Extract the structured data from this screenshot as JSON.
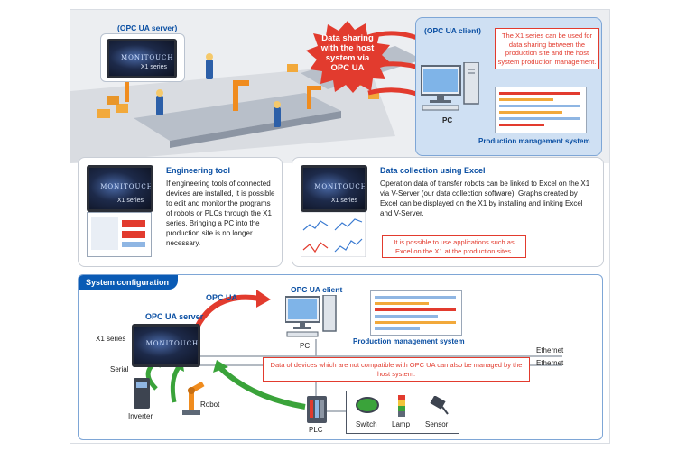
{
  "top": {
    "opc_server_label": "(OPC UA server)",
    "opc_client_label": "(OPC UA client)",
    "hmi_model": "X1 series",
    "hmi_brand": "MONITOUCH",
    "bubble_text": "Data sharing with the host system via OPC UA",
    "client_note": "The X1 series can be used for data sharing between the production site and the host system production management.",
    "pc_label": "PC",
    "pms_label": "Production management system"
  },
  "engineering": {
    "title": "Engineering tool",
    "body": "If engineering tools of connected devices are installed, it is possible to edit and monitor the programs of robots or PLCs through the X1 series. Bringing a PC into the production site is no longer necessary.",
    "hmi_model": "X1 series",
    "hmi_brand": "MONITOUCH"
  },
  "excel": {
    "title": "Data collection using Excel",
    "body": "Operation data of transfer robots can be linked to Excel on the X1 via V-Server (our data collection software). Graphs created by Excel can be displayed on the X1 by installing and linking Excel and V-Server.",
    "note": "It is possible to use applications such as Excel on the X1 at the production sites.",
    "hmi_model": "X1 series",
    "hmi_brand": "MONITOUCH"
  },
  "system": {
    "header": "System configuration",
    "opc_server": "OPC UA server",
    "opc_ua": "OPC UA",
    "opc_client": "OPC UA client",
    "x1_series": "X1 series",
    "hmi_brand": "MONITOUCH",
    "pc": "PC",
    "pms": "Production management system",
    "ethernet1": "Ethernet",
    "ethernet2": "Ethernet",
    "note": "Data of devices which are not compatible with OPC UA can also be managed by the host system.",
    "serial": "Serial",
    "inverter": "Inverter",
    "robot": "Robot",
    "plc": "PLC",
    "switch": "Switch",
    "lamp": "Lamp",
    "sensor": "Sensor"
  },
  "colors": {
    "accent_blue": "#0a5bb5",
    "alert_red": "#e23b2e",
    "arrow_green": "#3aa33a",
    "client_panel": "#cfe0f3"
  }
}
